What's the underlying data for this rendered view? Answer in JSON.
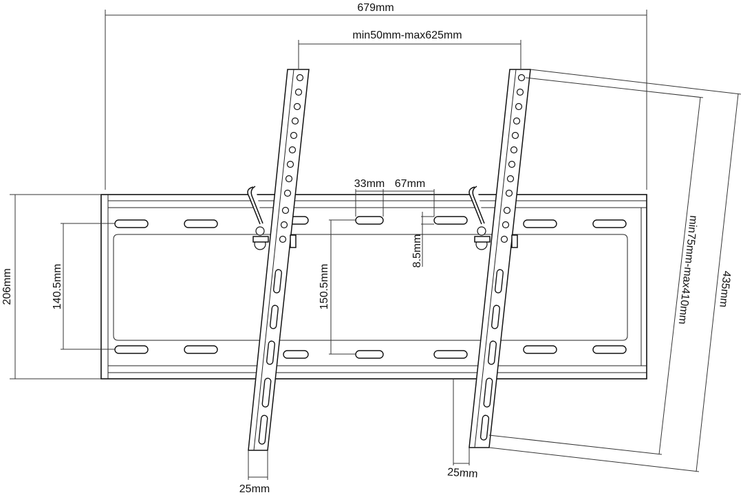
{
  "labels": {
    "overall_width": "679mm",
    "mount_spacing": "min50mm-max625mm",
    "slot_width": "33mm",
    "slot_gap": "67mm",
    "slot_height": "8.5mm",
    "plate_height": "206mm",
    "inner_slot_span": "140.5mm",
    "center_slot_span": "150.5mm",
    "arm_vertical_range": "min75mm-max410mm",
    "arm_length": "435mm",
    "arm_width_left": "25mm",
    "arm_width_right": "25mm"
  },
  "colors": {
    "line": "#111111",
    "background": "#ffffff"
  }
}
